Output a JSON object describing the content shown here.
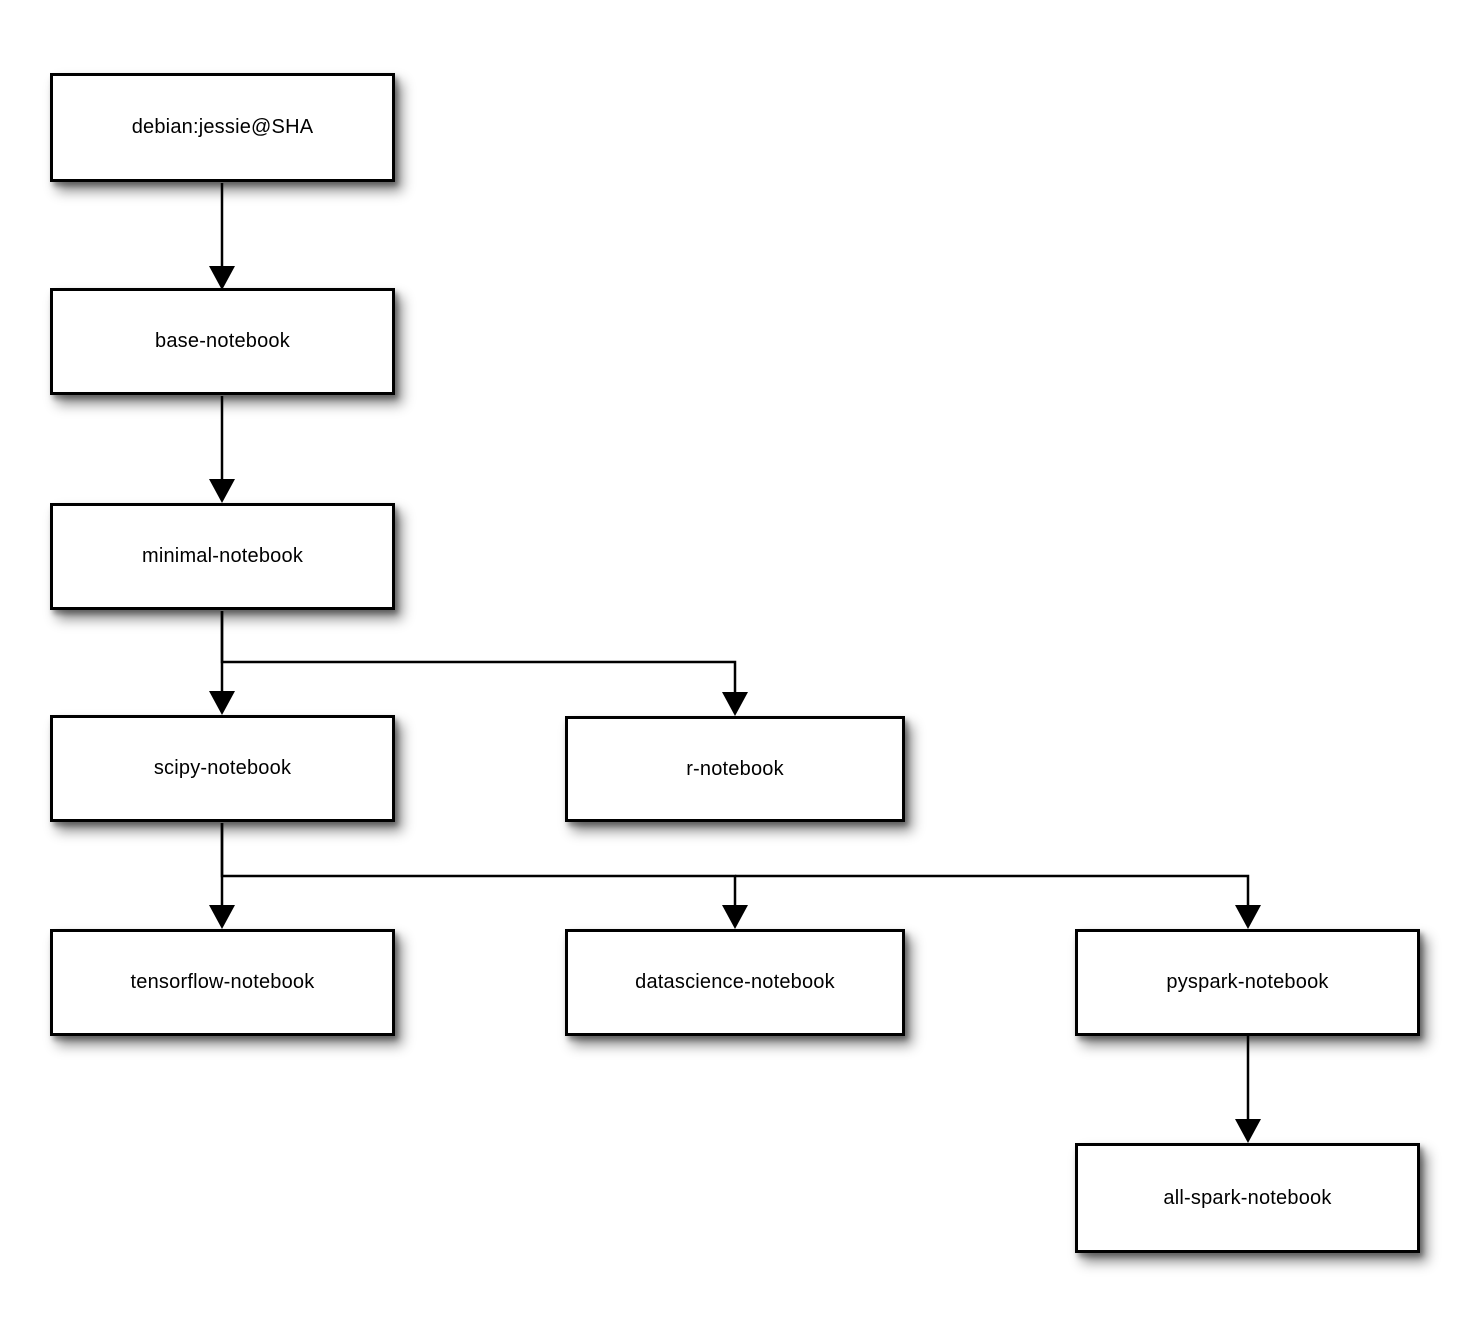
{
  "diagram": {
    "type": "flowchart",
    "orientation": "top-down",
    "background_color": "#ffffff",
    "node_fill_color": "#ffffff",
    "node_border_color": "#000000",
    "arrow_color": "#000000",
    "nodes": [
      {
        "label": "debian:jessie@SHA"
      },
      {
        "label": "base-notebook"
      },
      {
        "label": "minimal-notebook"
      },
      {
        "label": "scipy-notebook"
      },
      {
        "label": "r-notebook"
      },
      {
        "label": "tensorflow-notebook"
      },
      {
        "label": "datascience-notebook"
      },
      {
        "label": "pyspark-notebook"
      },
      {
        "label": "all-spark-notebook"
      }
    ],
    "edges": [
      {
        "from": "debian:jessie@SHA",
        "to": "base-notebook"
      },
      {
        "from": "base-notebook",
        "to": "minimal-notebook"
      },
      {
        "from": "minimal-notebook",
        "to": "scipy-notebook"
      },
      {
        "from": "minimal-notebook",
        "to": "r-notebook"
      },
      {
        "from": "scipy-notebook",
        "to": "tensorflow-notebook"
      },
      {
        "from": "scipy-notebook",
        "to": "datascience-notebook"
      },
      {
        "from": "scipy-notebook",
        "to": "pyspark-notebook"
      },
      {
        "from": "pyspark-notebook",
        "to": "all-spark-notebook"
      }
    ]
  }
}
